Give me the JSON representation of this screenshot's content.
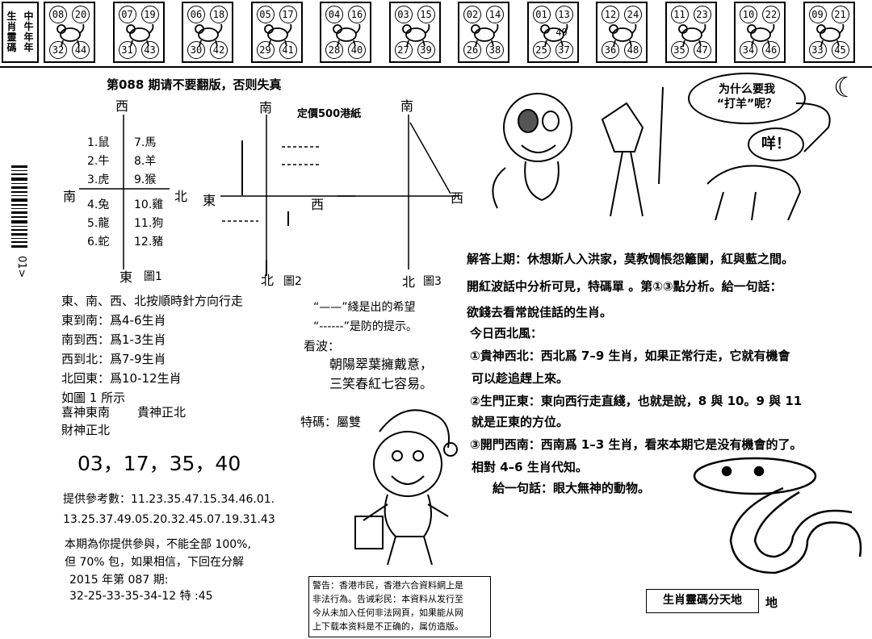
{
  "strip": {
    "logo_left": [
      "生",
      "肖",
      "靈",
      "碼"
    ],
    "logo_right": [
      "中",
      "牛",
      "年",
      "年"
    ],
    "cells": [
      {
        "tl": "08",
        "tr": "20",
        "bl": "32",
        "br": "44",
        "icon": "rat-icon"
      },
      {
        "tl": "07",
        "tr": "19",
        "bl": "31",
        "br": "43",
        "icon": "ox-icon"
      },
      {
        "tl": "06",
        "tr": "18",
        "bl": "30",
        "br": "42",
        "icon": "tiger-icon"
      },
      {
        "tl": "05",
        "tr": "17",
        "bl": "29",
        "br": "41",
        "icon": "rabbit-icon"
      },
      {
        "tl": "04",
        "tr": "16",
        "bl": "28",
        "br": "40",
        "icon": "dragon-icon"
      },
      {
        "tl": "03",
        "tr": "15",
        "bl": "27",
        "br": "39",
        "icon": "snake-icon"
      },
      {
        "tl": "02",
        "tr": "14",
        "bl": "26",
        "br": "38",
        "icon": "horse-icon"
      },
      {
        "tl": "01",
        "tr": "13",
        "bl": "25",
        "br": "37",
        "mid": "49",
        "icon": "goat-icon"
      },
      {
        "tl": "12",
        "tr": "24",
        "bl": "36",
        "br": "48",
        "icon": "monkey-icon"
      },
      {
        "tl": "11",
        "tr": "23",
        "bl": "35",
        "br": "47",
        "icon": "rooster-icon"
      },
      {
        "tl": "10",
        "tr": "22",
        "bl": "34",
        "br": "46",
        "icon": "dog-icon"
      },
      {
        "tl": "09",
        "tr": "21",
        "bl": "33",
        "br": "45",
        "icon": "pig-icon"
      }
    ]
  },
  "header": {
    "notice": "第088 期请不要翻版，否则失真",
    "price": "定價500港紙"
  },
  "diagram1": {
    "west": "西",
    "south": "南",
    "north": "北",
    "east": "東",
    "caption": "圖1",
    "left_col": [
      "1.鼠",
      "2.牛",
      "3.虎",
      "4.兔",
      "5.龍",
      "6.蛇"
    ],
    "right_col": [
      "7.馬",
      "8.羊",
      "9.猴",
      "10.雞",
      "11.狗",
      "12.豬"
    ]
  },
  "diagram2": {
    "south": "南",
    "east": "東",
    "west": "西",
    "north": "北",
    "caption": "圖2"
  },
  "diagram3": {
    "south": "南",
    "north": "北",
    "caption": "圖3",
    "west": "西"
  },
  "rules": {
    "intro": "東、南、西、北按順時針方向行走",
    "lines": [
      "東到南：爲4-6生肖",
      "南到西：爲1-3生肖",
      "西到北：爲7-9生肖",
      "北回東：爲10-12生肖"
    ],
    "fig_note": "如圖 1 所示",
    "gods1a": "喜神東南",
    "gods1b": "貴神正北",
    "gods2": "財神正北"
  },
  "legend": {
    "solid_mark": "“——”",
    "solid_text": "綫是出的希望",
    "dash_mark": "“------”",
    "dash_text": "是防的提示。"
  },
  "poem": {
    "label": "看波：",
    "line1": "朝陽翠葉擁戴意，",
    "line2": "三笑春紅七容易。"
  },
  "special": {
    "label": "特碼：",
    "value": "屬雙"
  },
  "numbers": {
    "big": "03，17，35，40"
  },
  "reference": {
    "label": "提供參考數：",
    "row1": "11.23.35.47.15.34.46.01.",
    "row2": "13.25.37.49.05.20.32.45.07.19.31.43"
  },
  "promise": {
    "l1": "本期為你提供參與，不能全部 100%,",
    "l2": "但 70% 包，如果相信，下回在分解",
    "l3": "2015 年第 087 期:",
    "l4": "32-25-33-35-34-12 特 :45"
  },
  "warning": {
    "l1": "警告：香港市民，香港六合資料網上是",
    "l2": "非法行為。告诫彩民：本資料从发行至",
    "l3": "今从未加入任何非法网頁，如果能从网",
    "l4": "上下载本资料是不正确的，属仿造版。"
  },
  "cartoon": {
    "bubble1a": "为什么要我",
    "bubble1b": "“打羊”呢？",
    "bubble2": "咩！"
  },
  "answer": {
    "l1": "解答上期：休想斯人入洪家，莫教惆悵怨籬闌，紅與藍之間。",
    "l2": "開紅波話中分析可見，特碼單 。第①③點分析。給一句話：",
    "l3": "欲錢去看常說佳話的生肖。",
    "l4": "今日西北風：",
    "l5": "①貴神西北：西北爲 7–9 生肖，如果正常行走，它就有機會",
    "l6": "可以趁追趕上來。",
    "l7": "②生門正東：東向西行走直綫，也就是說，8 與 10。9 與 11",
    "l8": "就是正東的方位。",
    "l9": "③開門西南：西南爲 1–3 生肖，看來本期它是没有機會的了。",
    "l10": "相對 4–6 生肖代知。",
    "l11": "給一句話：眼大無神的動物。"
  },
  "footer": {
    "brand": "生肖靈碼分天地",
    "suffix": "地"
  },
  "barcode_text": "01>"
}
